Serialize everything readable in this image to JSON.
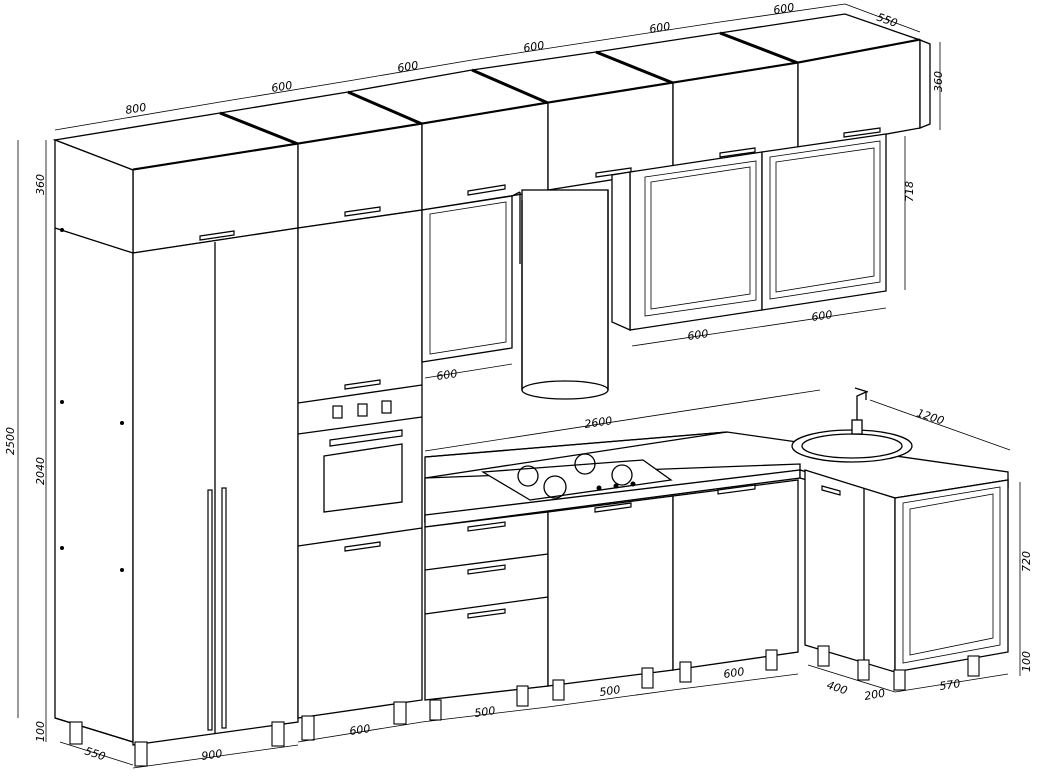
{
  "dimensions": {
    "top_widths": [
      "800",
      "600",
      "600",
      "600",
      "600",
      "600",
      "550"
    ],
    "right_upper_height": "360",
    "left_upper_height": "360",
    "overall_height": "2500",
    "column_height": "2040",
    "left_plinth": "100",
    "left_depth": "550",
    "column_width": "900",
    "bottom_widths": [
      "600",
      "500",
      "500",
      "600"
    ],
    "glass_cab_height": "718",
    "glass_cab_widths": [
      "600",
      "600"
    ],
    "hood_cab_width": "600",
    "counter_length": "2600",
    "corner_depth": "1200",
    "base_height": "720",
    "right_plinth": "100",
    "corner_widths": [
      "400",
      "200",
      "570"
    ]
  }
}
